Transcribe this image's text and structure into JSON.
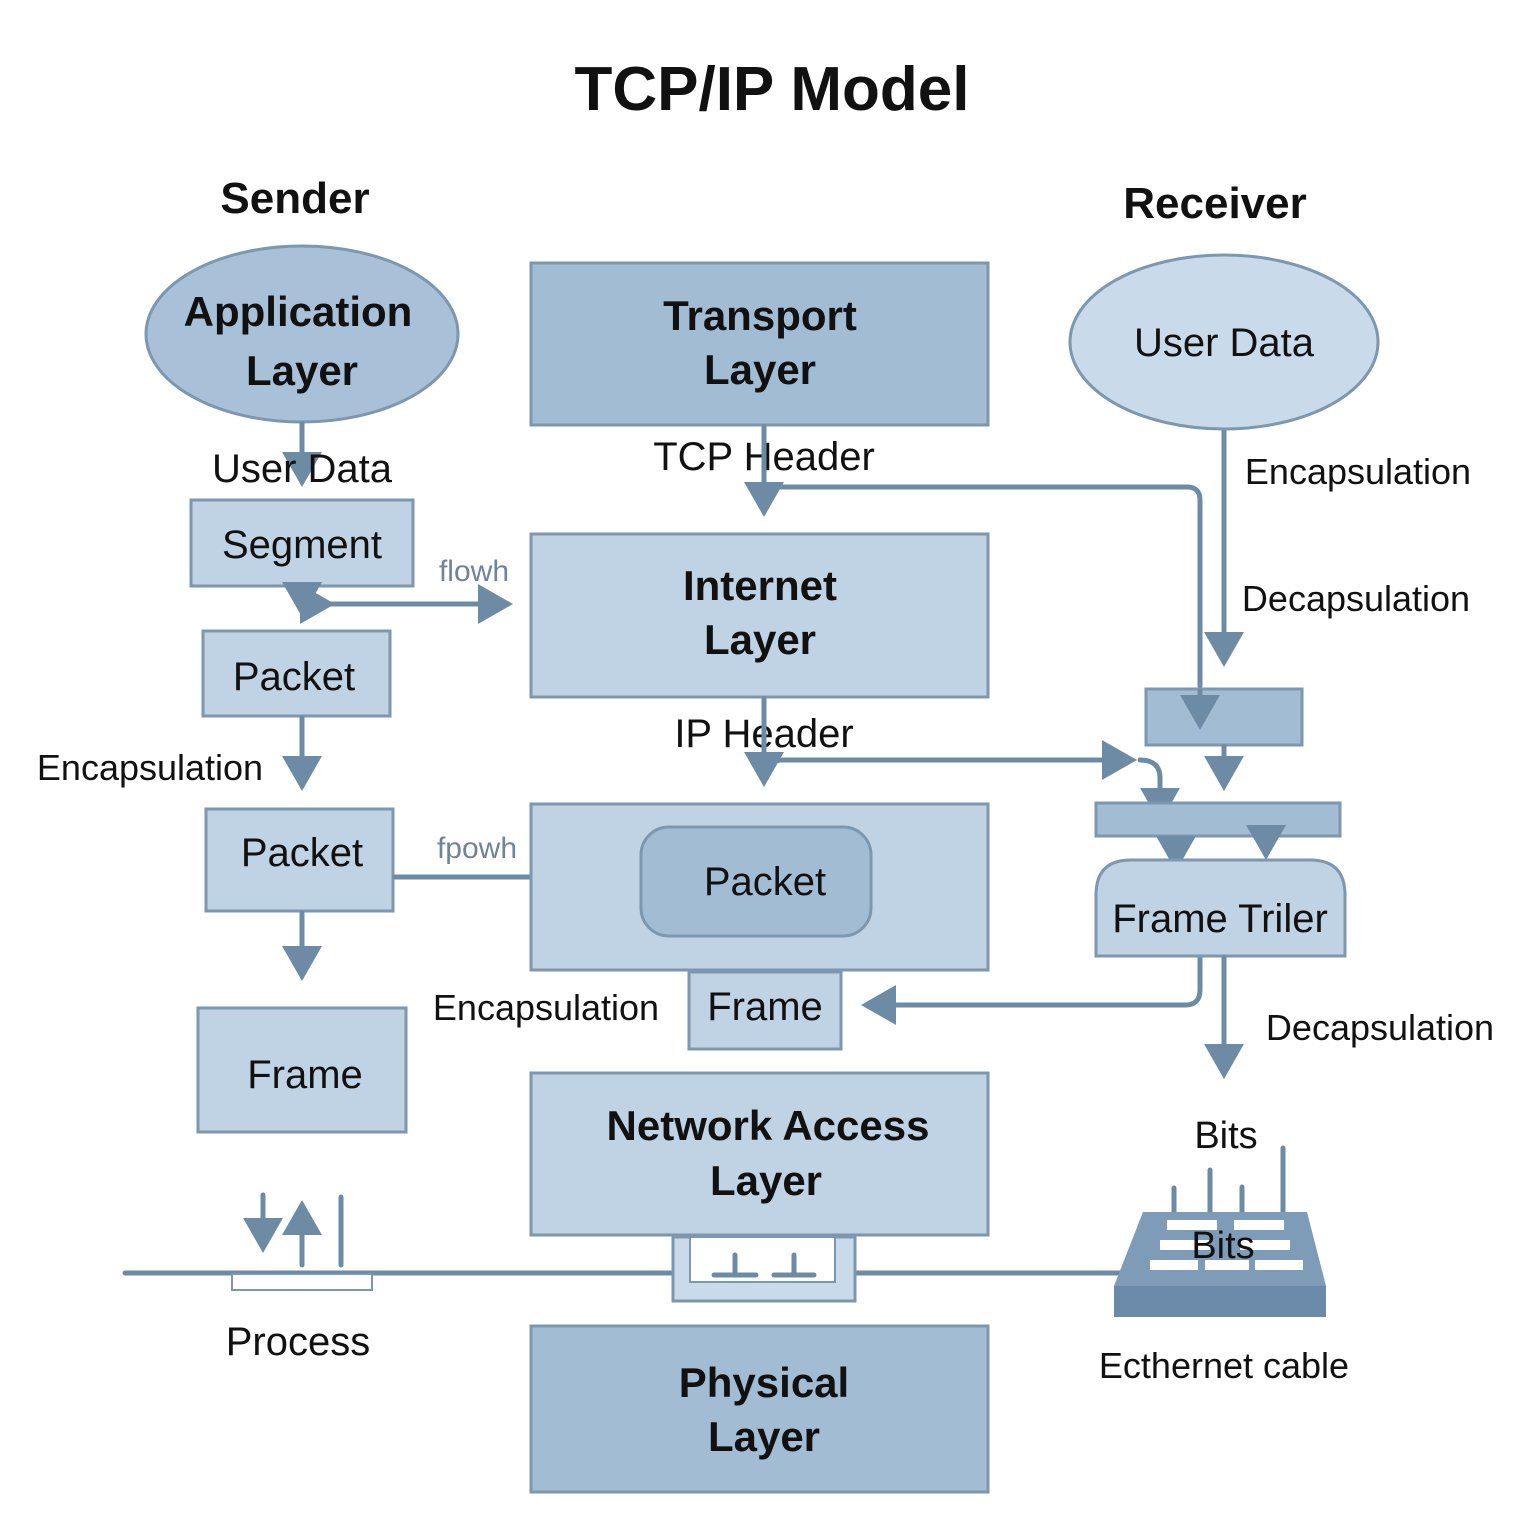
{
  "title": "TCP/IP Model",
  "colors": {
    "box_fill": "#bfd3e4",
    "box_dark_fill": "#a2bcd4",
    "stroke": "#7d97ae",
    "arrow": "#6e8ba6",
    "text": "#111111"
  },
  "headers": {
    "sender": "Sender",
    "receiver": "Receiver"
  },
  "layers": {
    "application": [
      "Application",
      "Layer"
    ],
    "transport": [
      "Transport",
      "Layer"
    ],
    "internet": [
      "Internet",
      "Layer"
    ],
    "network_access": [
      "Network Access",
      "Layer"
    ],
    "physical": [
      "Physical",
      "Layer"
    ]
  },
  "sender": {
    "user_data": "User Data",
    "segment": "Segment",
    "packet_1": "Packet",
    "encapsulation": "Encapsulation",
    "packet_2": "Packet",
    "frame": "Frame",
    "process": "Process",
    "flow_label_1": "flowh",
    "flow_label_2": "fpowh"
  },
  "center": {
    "tcp_header": "TCP Header",
    "ip_header": "IP Header",
    "inner_packet": "Packet",
    "encapsulation": "Encapsulation",
    "frame": "Frame"
  },
  "receiver": {
    "user_data": "User Data",
    "encapsulation": "Encapsulation",
    "decapsulation_1": "Decapsulation",
    "frame_trailer": "Frame Triler",
    "decapsulation_2": "Decapsulation",
    "bits_top": "Bits",
    "bits_device": "Bits",
    "ethernet_cable": "Ecthernet cable"
  }
}
